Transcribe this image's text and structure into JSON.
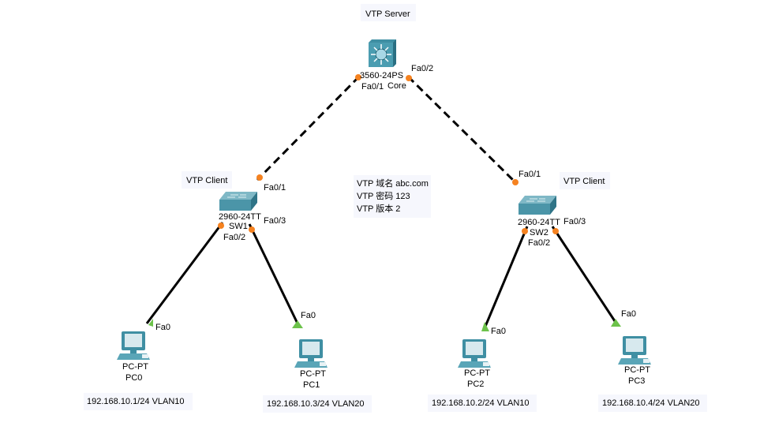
{
  "labels": {
    "server_note": "VTP Server",
    "client_note_left": "VTP Client",
    "client_note_right": "VTP Client",
    "info_lines": [
      "VTP 域名 abc.com",
      "VTP 密码 123",
      "VTP 版本 2"
    ]
  },
  "devices": {
    "core": {
      "model": "3560-24PS",
      "name": "Core",
      "icon": "multilayer-switch-icon"
    },
    "sw1": {
      "model": "2960-24TT",
      "name": "SW1",
      "icon": "switch-icon"
    },
    "sw2": {
      "model": "2960-24TT",
      "name": "SW2",
      "icon": "switch-icon"
    },
    "pc0": {
      "model": "PC-PT",
      "name": "PC0",
      "ip": "192.168.10.1/24 VLAN10",
      "icon": "pc-icon"
    },
    "pc1": {
      "model": "PC-PT",
      "name": "PC1",
      "ip": "192.168.10.3/24 VLAN20",
      "icon": "pc-icon"
    },
    "pc2": {
      "model": "PC-PT",
      "name": "PC2",
      "ip": "192.168.10.2/24 VLAN10",
      "icon": "pc-icon"
    },
    "pc3": {
      "model": "PC-PT",
      "name": "PC3",
      "ip": "192.168.10.4/24 VLAN20",
      "icon": "pc-icon"
    }
  },
  "ports": {
    "core_left": "Fa0/1",
    "core_right": "Fa0/2",
    "sw1_up": "Fa0/1",
    "sw1_left": "Fa0/2",
    "sw1_right": "Fa0/3",
    "sw2_up": "Fa0/1",
    "sw2_left": "Fa0/2",
    "sw2_right": "Fa0/3",
    "pc0": "Fa0",
    "pc1": "Fa0",
    "pc2": "Fa0",
    "pc3": "Fa0"
  },
  "colors": {
    "link": "#000000",
    "port_down": "#f58220",
    "port_up": "#6cc24a",
    "device": "#3f8fa3"
  }
}
